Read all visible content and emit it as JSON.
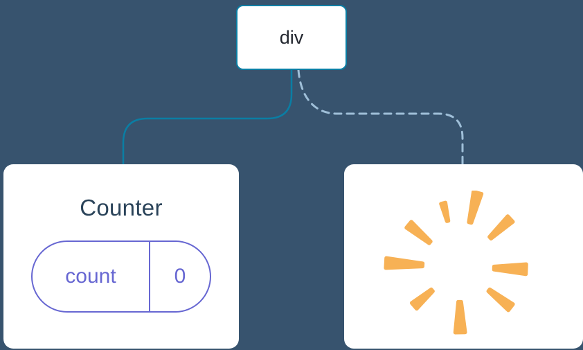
{
  "diagram": {
    "root": {
      "label": "div"
    },
    "counter_card": {
      "title": "Counter",
      "state_pill": {
        "key": "count",
        "value": "0"
      }
    },
    "removed_card": {
      "icon": "poof-icon"
    },
    "connectors": {
      "left": "solid",
      "right": "dashed"
    }
  },
  "colors": {
    "background": "#37536E",
    "card": "#FFFFFF",
    "root_border": "#0A7EA4",
    "root_label": "#23272F",
    "solid_connector": "#0A7EA4",
    "dashed_connector": "#9FBFD8",
    "title": "#2A4359",
    "state": "#6767D2",
    "poof": "#F7B155"
  }
}
